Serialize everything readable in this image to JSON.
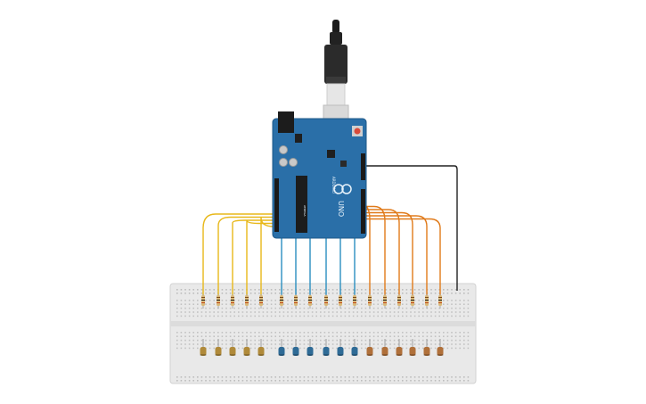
{
  "board": {
    "brand_text": "ARDUINO",
    "model_text": "UNO",
    "reset_color": "#d94a3a",
    "body_color": "#2a6fa8",
    "chip_text": "ATMEGA"
  },
  "colors": {
    "wire_yellow": "#e8b81a",
    "wire_blue": "#2a8fc0",
    "wire_orange": "#e07a1a",
    "wire_black": "#222222",
    "led_yellow_body": "#b08a3a",
    "led_blue_body": "#2f6b96",
    "led_orange_body": "#b0703a",
    "breadboard": "#e9e9e9"
  },
  "groups": [
    {
      "name": "yellow",
      "count": 5
    },
    {
      "name": "blue",
      "count": 6
    },
    {
      "name": "orange",
      "count": 6
    }
  ],
  "icons": [
    "usb-cable-icon",
    "arduino-board",
    "breadboard",
    "led-icon",
    "resistor-icon"
  ]
}
